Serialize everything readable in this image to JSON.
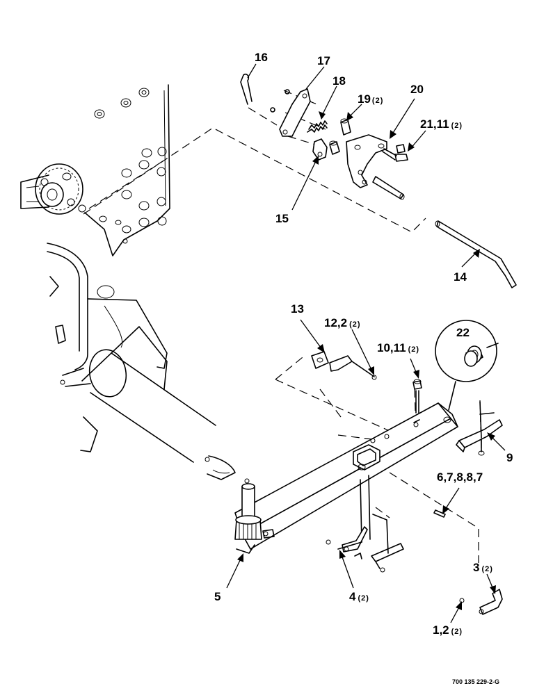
{
  "callouts": {
    "c1": {
      "main": "16",
      "sup": ""
    },
    "c2": {
      "main": "17",
      "sup": ""
    },
    "c3": {
      "main": "18",
      "sup": ""
    },
    "c4": {
      "main": "19",
      "sup": "(2)"
    },
    "c5": {
      "main": "20",
      "sup": ""
    },
    "c6": {
      "main": "21,11",
      "sup": "(2)"
    },
    "c7": {
      "main": "15",
      "sup": ""
    },
    "c8": {
      "main": "14",
      "sup": ""
    },
    "c9": {
      "main": "13",
      "sup": ""
    },
    "c10": {
      "main": "12,2",
      "sup": "(2)"
    },
    "c11": {
      "main": "10,11",
      "sup": "(2)"
    },
    "c12": {
      "main": "22",
      "sup": ""
    },
    "c13": {
      "main": "9",
      "sup": ""
    },
    "c14": {
      "main": "6,7,8,8,7",
      "sup": ""
    },
    "c15": {
      "main": "3",
      "sup": "(2)"
    },
    "c16": {
      "main": "5",
      "sup": ""
    },
    "c17": {
      "main": "4",
      "sup": "(2)"
    },
    "c18": {
      "main": "1,2",
      "sup": "(2)"
    }
  },
  "figure_code": "700 135 229-2-G"
}
